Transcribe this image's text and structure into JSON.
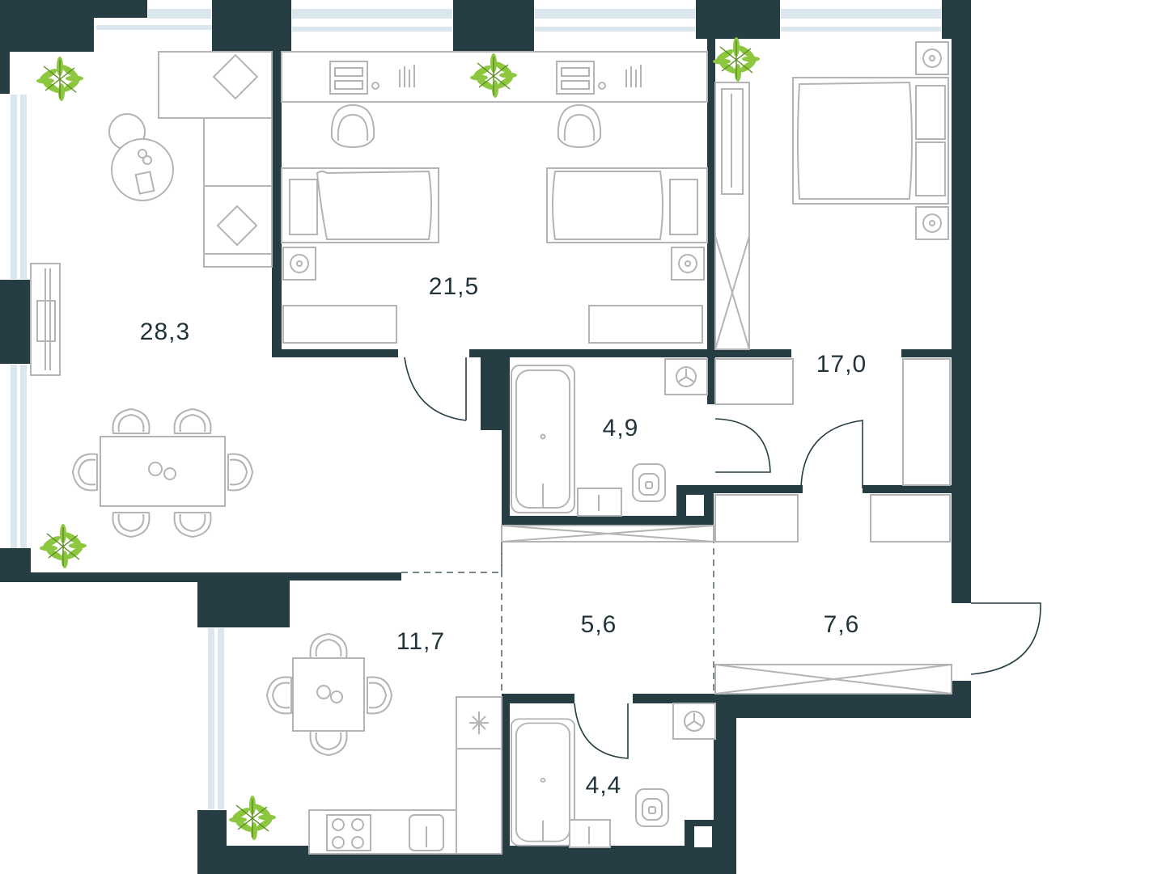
{
  "plan": {
    "rooms": [
      {
        "id": "living-room",
        "area": "28,3"
      },
      {
        "id": "kids-bedroom",
        "area": "21,5"
      },
      {
        "id": "master-bedroom",
        "area": "17,0"
      },
      {
        "id": "bathroom-1",
        "area": "4,9"
      },
      {
        "id": "hall",
        "area": "5,6"
      },
      {
        "id": "entrance-hall",
        "area": "7,6"
      },
      {
        "id": "kitchen",
        "area": "11,7"
      },
      {
        "id": "bathroom-2",
        "area": "4,4"
      }
    ]
  },
  "colors": {
    "wall": "#263e43",
    "furniture_line": "#b4b4b4",
    "plant": "#8dc63f",
    "window": "#dbe7ee",
    "text": "#22343a"
  },
  "icons": [
    "plant-icon",
    "washer-icon",
    "lamp-icon",
    "stove-icon",
    "sink-icon",
    "toilet-icon",
    "bathtub-icon"
  ]
}
